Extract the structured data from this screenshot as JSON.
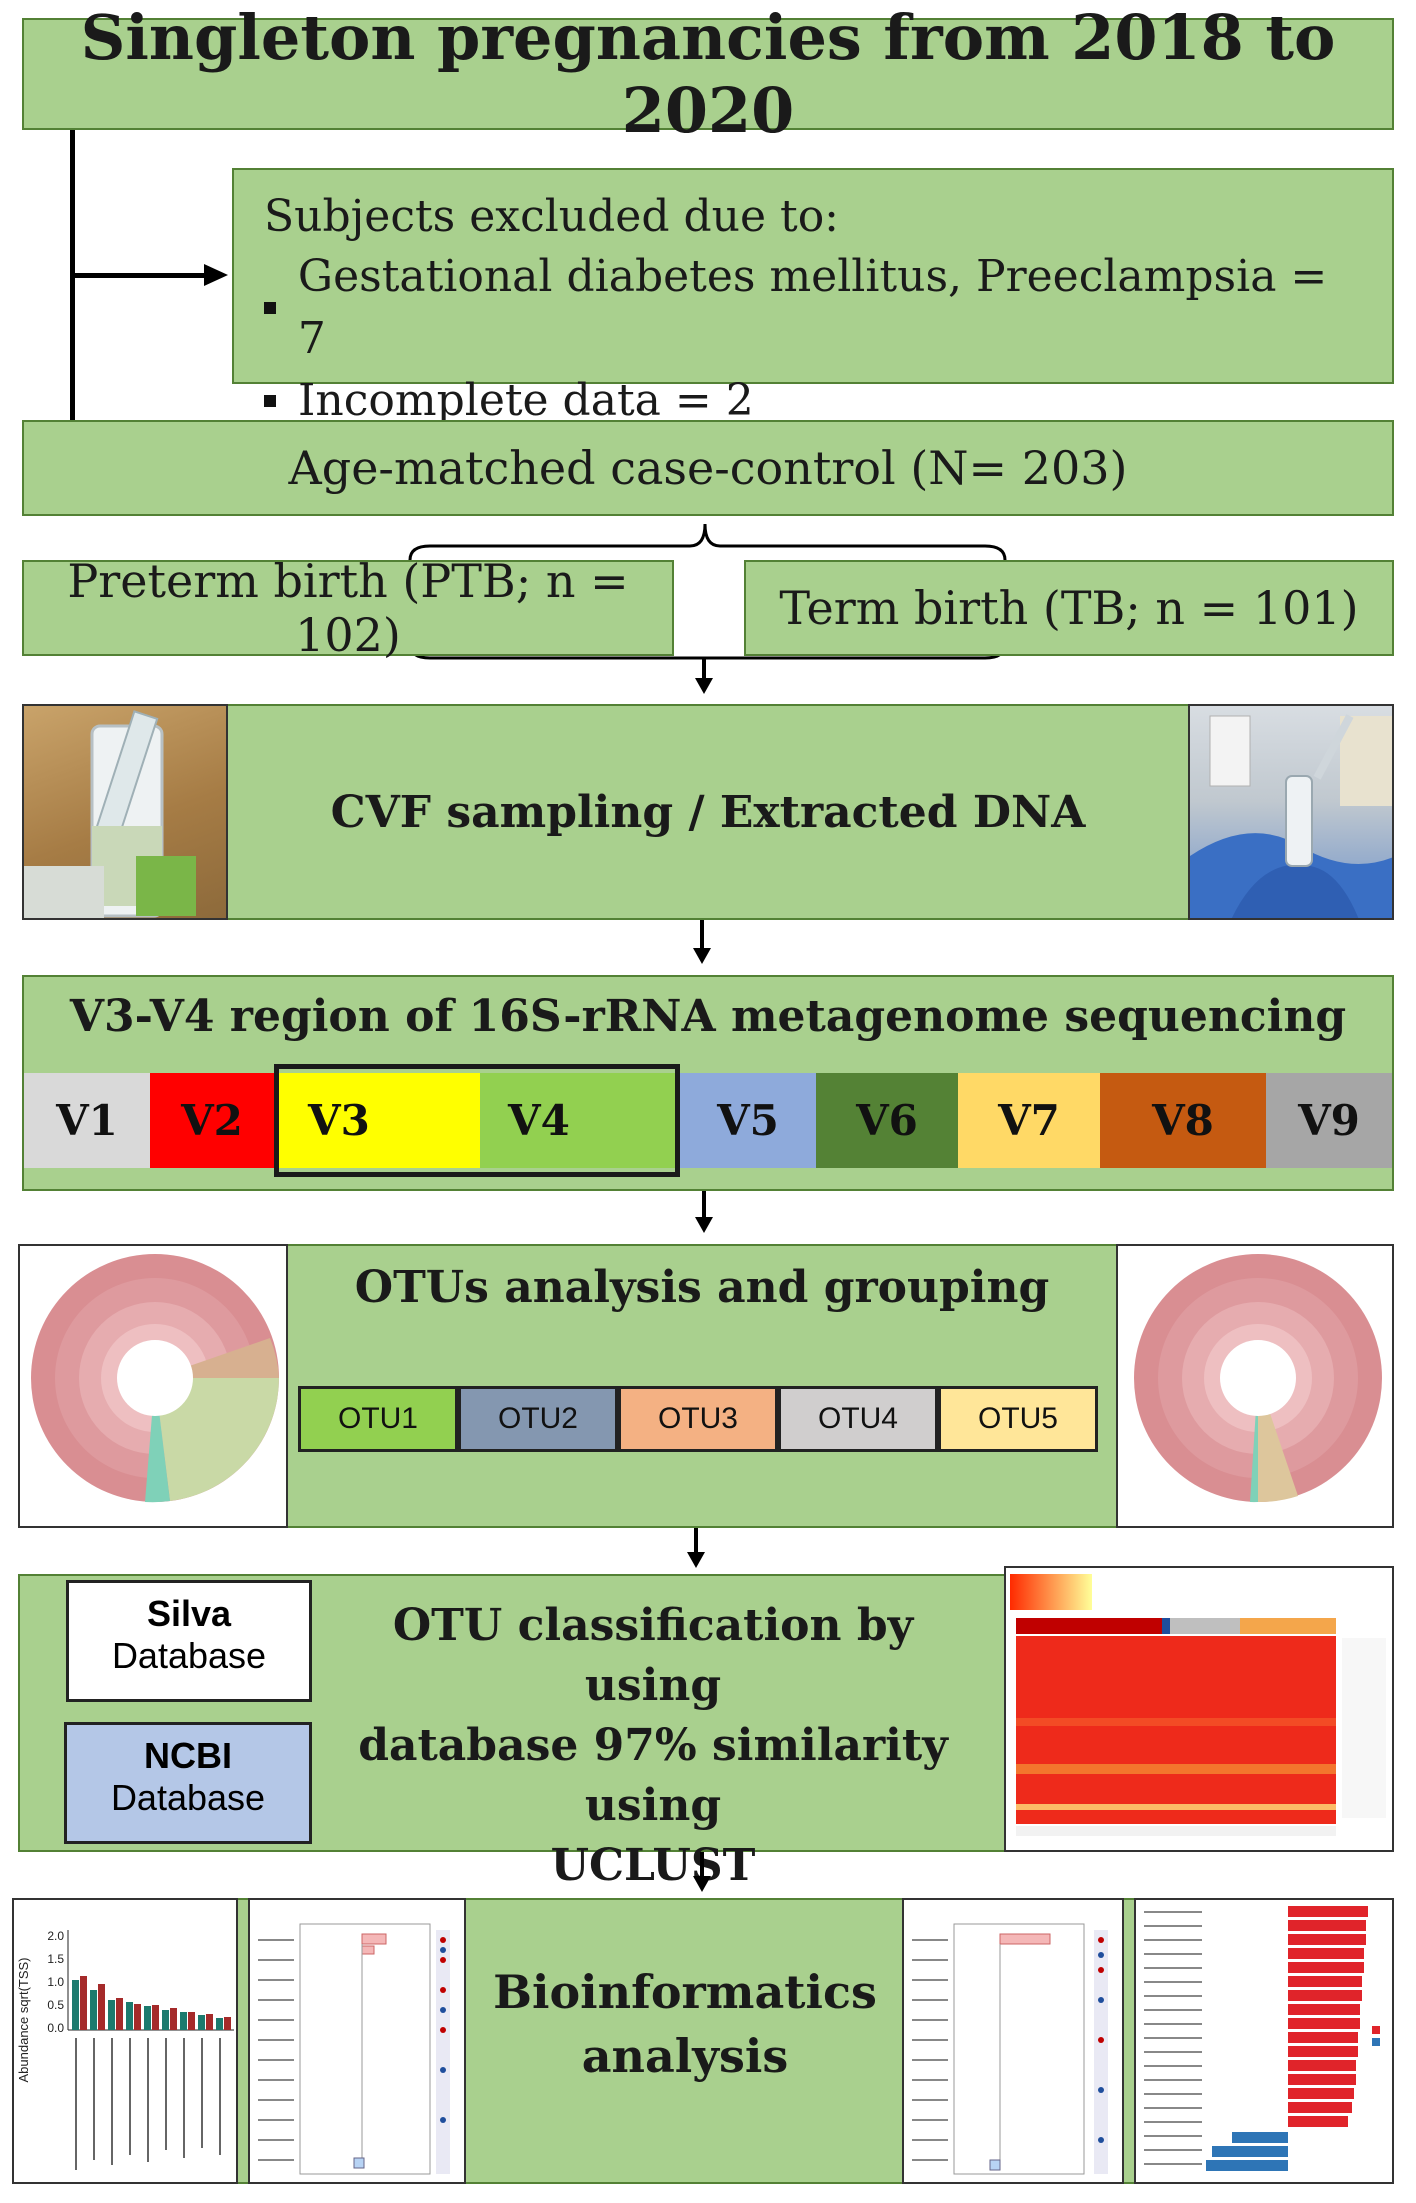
{
  "title": "Singleton pregnancies from 2018 to 2020",
  "exclusion": {
    "heading": "Subjects excluded due to:",
    "items": [
      "Gestational diabetes mellitus, Preeclampsia = 7",
      "Incomplete data = 2"
    ]
  },
  "cohort": "Age-matched case-control (N= 203)",
  "groups": {
    "ptb": "Preterm birth (PTB; n = 102)",
    "tb": "Term birth (TB; n = 101)"
  },
  "sampling": "CVF sampling / Extracted DNA",
  "sequencing": {
    "title": "V3-V4 region of 16S-rRNA metagenome sequencing",
    "regions": [
      {
        "label": "V1",
        "color": "#d9d9d9"
      },
      {
        "label": "V2",
        "color": "#ff0000"
      },
      {
        "label": "V3",
        "color": "#ffff00"
      },
      {
        "label": "V4",
        "color": "#92d050"
      },
      {
        "label": "V5",
        "color": "#8eaadb"
      },
      {
        "label": "V6",
        "color": "#548235"
      },
      {
        "label": "V7",
        "color": "#ffd966"
      },
      {
        "label": "V8",
        "color": "#c55a11"
      },
      {
        "label": "V9",
        "color": "#a6a6a6"
      }
    ]
  },
  "otu_analysis": {
    "title": "OTUs analysis and grouping",
    "groups": [
      {
        "label": "OTU1",
        "color": "#92d050"
      },
      {
        "label": "OTU2",
        "color": "#8497b0"
      },
      {
        "label": "OTU3",
        "color": "#f4b183"
      },
      {
        "label": "OTU4",
        "color": "#d0cece"
      },
      {
        "label": "OTU5",
        "color": "#ffe699"
      }
    ]
  },
  "classification": {
    "line1": "OTU classification by using",
    "line2": "database 97% similarity using",
    "line3": "UCLUST",
    "silva": {
      "name": "Silva",
      "sub": "Database"
    },
    "ncbi": {
      "name": "NCBI",
      "sub": "Database"
    }
  },
  "bioinformatics": {
    "line1": "Bioinformatics",
    "line2": "analysis",
    "bar_chart": {
      "ylabel": "Abundance sqrt(TSS)",
      "yticks": [
        "2.0",
        "1.5",
        "1.0",
        "0.5",
        "0.0"
      ]
    }
  },
  "colors": {
    "box_fill": "#a9d08e",
    "box_border": "#538135"
  }
}
